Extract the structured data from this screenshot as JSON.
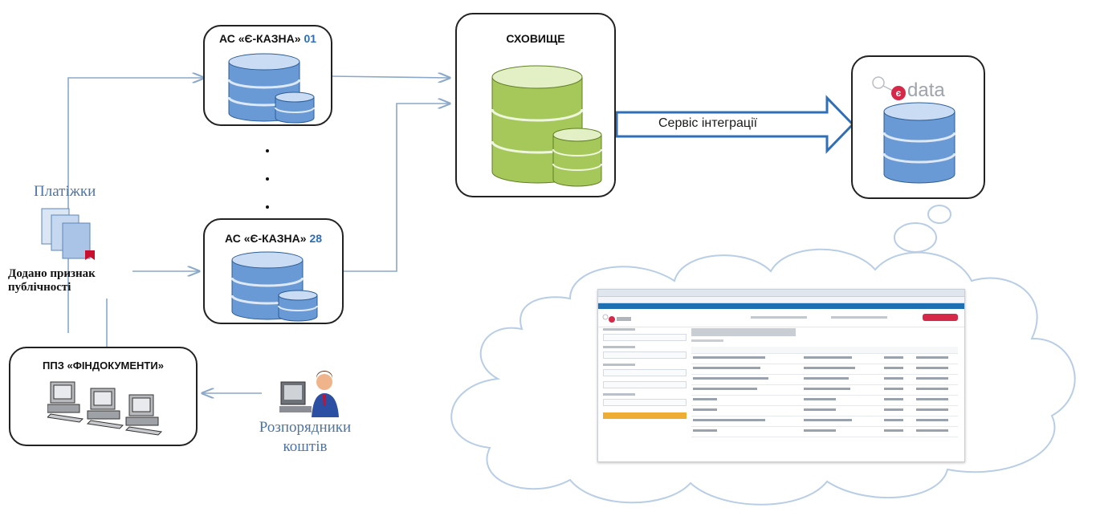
{
  "as_first": {
    "prefix": "АС «Є-КАЗНА»",
    "number": "01"
  },
  "as_last": {
    "prefix": "АС «Є-КАЗНА»",
    "number": "28"
  },
  "storage_title": "СХОВИЩЕ",
  "integration_label": "Сервіс інтеграції",
  "edata_logo": {
    "text": "data",
    "accent": "є"
  },
  "payments_label": "Платіжки",
  "public_flag_label": [
    "Додано признак",
    "публічності"
  ],
  "findocs_title": "ППЗ «ФІНДОКУМЕНТИ»",
  "managers_label": [
    "Розпорядники",
    "коштів"
  ],
  "colors": {
    "line": "#8aa9c8",
    "db_blue": "#5b8fd0",
    "db_green": "#a6c85a",
    "cloud": "#b8cde6",
    "arrow": "#2f6fb7",
    "label_blue": "#4b74a8",
    "edata_red": "#d6294a"
  },
  "icons": [
    "database-icon",
    "database-green-icon",
    "documents-icon",
    "computers-icon",
    "user-at-computer-icon",
    "cloud-icon",
    "thought-bubble-icon"
  ]
}
